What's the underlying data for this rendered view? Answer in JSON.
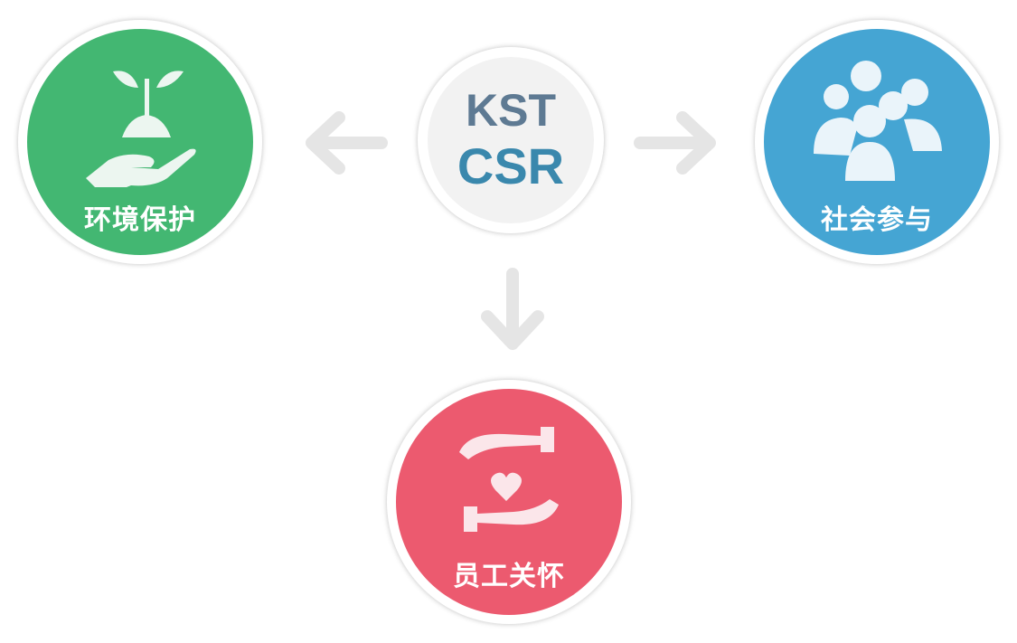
{
  "center": {
    "line1": "KST",
    "line2": "CSR",
    "color1": "#5e7a93",
    "color2": "#3a88ad",
    "bg": "#f2f2f2"
  },
  "nodes": [
    {
      "label": "环境保护",
      "color": "#43b772",
      "icon": "hand-plant-icon"
    },
    {
      "label": "社会参与",
      "color": "#45a5d3",
      "icon": "people-group-icon"
    },
    {
      "label": "员工关怀",
      "color": "#ec5a6f",
      "icon": "hands-heart-icon"
    }
  ],
  "arrow_color": "#e5e5e5"
}
